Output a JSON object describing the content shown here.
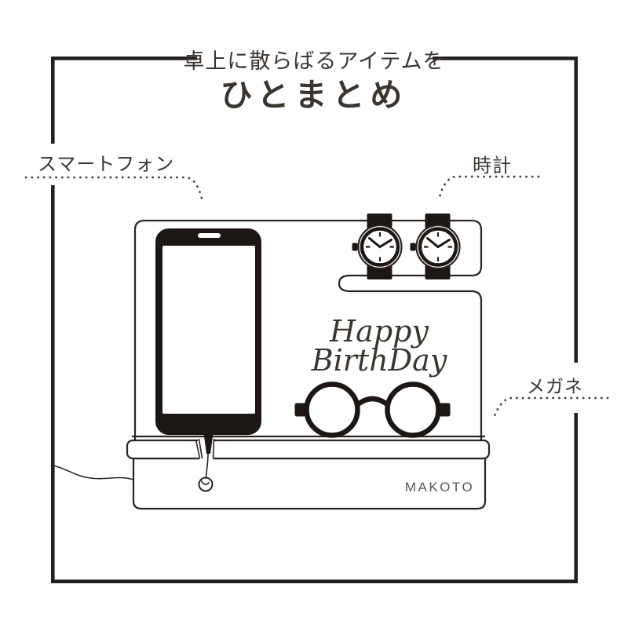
{
  "header": {
    "tagline": "卓上に散らばるアイテムを",
    "title": "ひとまとめ"
  },
  "callouts": {
    "smartphone": "スマートフォン",
    "watch": "時計",
    "glasses": "メガネ"
  },
  "engraving": {
    "message_line1": "Happy",
    "message_line2": "BirthDay",
    "name": "MAKOTO"
  },
  "illustration": {
    "watch_count": 2,
    "watch_time_shown": "10:10"
  },
  "colors": {
    "c-bg": "#ffffff",
    "c-line": "#2b2420",
    "c-ink": "#1c1714",
    "c-frame": "#242020",
    "c-text": "#3b3530",
    "c-text-gray": "#5b5752",
    "c-dots": "#45403c"
  }
}
